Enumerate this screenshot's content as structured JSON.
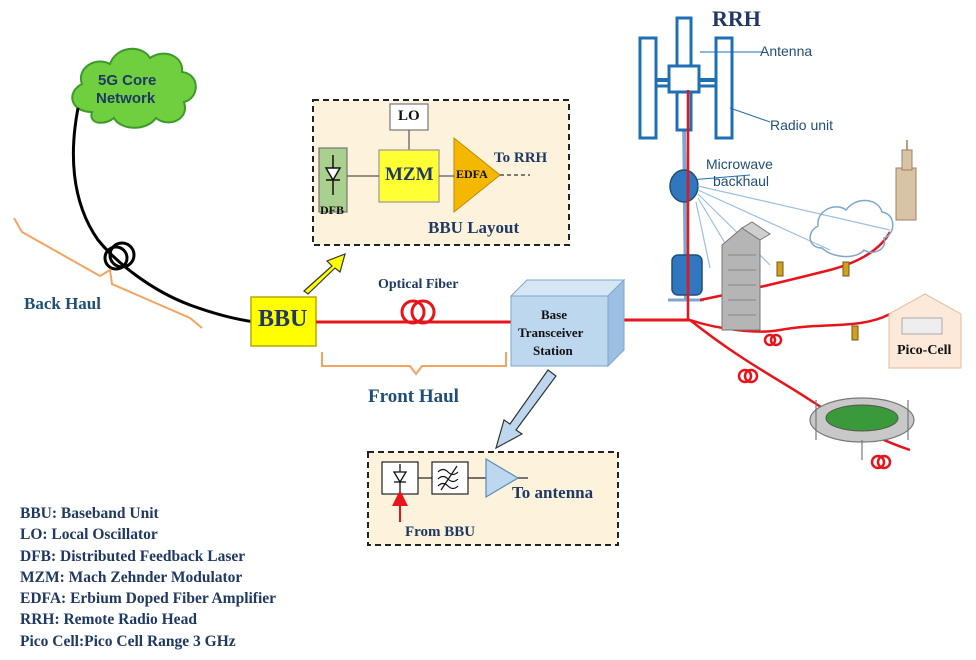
{
  "core_network": {
    "line1": "5G Core",
    "line2": "Network"
  },
  "back_haul": "Back Haul",
  "bbu": "BBU",
  "bbu_layout": {
    "lo": "LO",
    "mzm": "MZM",
    "edfa": "EDFA",
    "dfb": "DFB",
    "to_rrh": "To RRH",
    "title": "BBU Layout"
  },
  "optical_fiber": "Optical Fiber",
  "front_haul": "Front Haul",
  "bts": {
    "line1": "Base",
    "line2": "Transceiver",
    "line3": "Station"
  },
  "bts_layout": {
    "to_antenna": "To antenna",
    "from_bbu": "From BBU"
  },
  "rrh": {
    "title": "RRH",
    "antenna": "Antenna",
    "radio_unit": "Radio unit",
    "microwave1": "Microwave",
    "microwave2": "backhaul"
  },
  "pico_cell": "Pico-Cell",
  "legend": [
    "BBU: Baseband Unit",
    "LO: Local Oscillator",
    "DFB: Distributed Feedback Laser",
    "MZM: Mach Zehnder Modulator",
    "EDFA: Erbium Doped Fiber Amplifier",
    "RRH: Remote Radio Head",
    "Pico Cell:Pico Cell Range 3 GHz"
  ],
  "colors": {
    "fiber": "#e8141b",
    "cloud": "#6fcf3f",
    "bbu_box": "#ffff00",
    "mzm_box": "#ffff33",
    "edfa": "#f5b800",
    "dfb_box": "#a9d08e",
    "layout_bg": "#fdf3dc",
    "bts_box": "#bdd7ee",
    "bracket": "#f4a460",
    "tower": "#1f6fb5"
  }
}
